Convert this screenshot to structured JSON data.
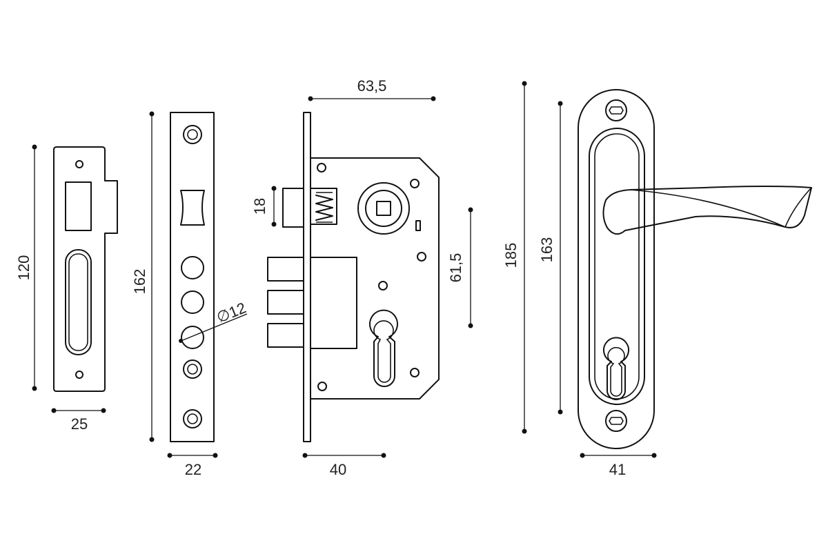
{
  "dimensions": {
    "strike_height": "120",
    "strike_width": "25",
    "faceplate_height": "162",
    "faceplate_width": "22",
    "hole_diameter": "∅12",
    "case_width": "63,5",
    "latch_height": "18",
    "center_distance": "61,5",
    "backset": "40",
    "handle_total_height": "185",
    "handle_hole_spacing": "163",
    "handle_width": "41"
  }
}
